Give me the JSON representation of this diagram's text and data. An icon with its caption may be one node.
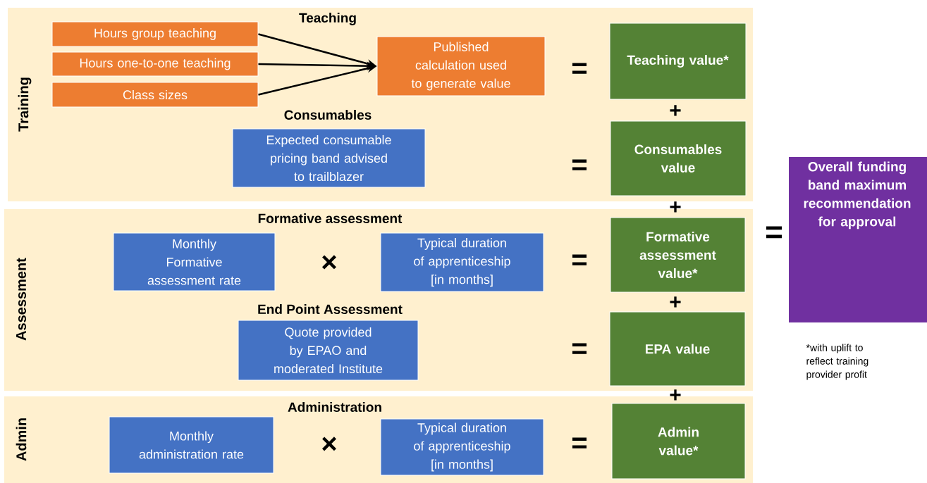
{
  "diagram": {
    "nodes": [
      {
        "text": [
          "Training"
        ]
      },
      {
        "text": [
          "Hours group teaching"
        ],
        "in": 0
      },
      {
        "text": [
          "Hours one-to-one teaching"
        ],
        "in": 0
      },
      {
        "text": [
          "Class sizes"
        ],
        "in": 0
      },
      {
        "text": [
          "Published calculation used to generate value"
        ],
        "in": 0
      },
      {
        "text": [
          "Teaching value*"
        ],
        "in": 0
      },
      {
        "text": [
          "Expected consumable pricing band advised to trailblazer"
        ],
        "in": 0
      },
      {
        "text": [
          "Consumables value"
        ],
        "in": 0
      },
      {
        "text": [
          "Assessment"
        ]
      },
      {
        "text": [
          "Monthly Formative assessment rate"
        ],
        "in": 8
      },
      {
        "text": [
          "Typical duration of apprenticeship [in months]"
        ],
        "in": 8
      },
      {
        "text": [
          "Formative assessment value*"
        ],
        "in": 8
      },
      {
        "text": [
          "Quote provided by EPAO and moderated Institute"
        ],
        "in": 8
      },
      {
        "text": [
          "EPA value"
        ],
        "in": 8
      },
      {
        "text": [
          "Admin"
        ]
      },
      {
        "text": [
          "Monthly administration rate"
        ],
        "in": 14
      },
      {
        "text": [
          "Typical duration of apprenticeship [in months]"
        ],
        "in": 14
      },
      {
        "text": [
          "Admin value*"
        ],
        "in": 14
      },
      {
        "text": [
          "Overall funding band maximum recommendation for approval"
        ]
      }
    ],
    "edges": [
      {
        "from": 1,
        "to": 4,
        "arrow": "to"
      },
      {
        "from": 2,
        "to": 4,
        "arrow": "to"
      },
      {
        "from": 3,
        "to": 4,
        "arrow": "to"
      }
    ],
    "labels": [
      "Teaching",
      "=",
      "+",
      "Consumables",
      "=",
      "+",
      "Formative assessment",
      "×",
      "=",
      "=",
      "+",
      "End Point Assessment",
      "=",
      "*with uplift to reflect training provider profit",
      "+",
      "Administration",
      "×",
      "="
    ]
  }
}
